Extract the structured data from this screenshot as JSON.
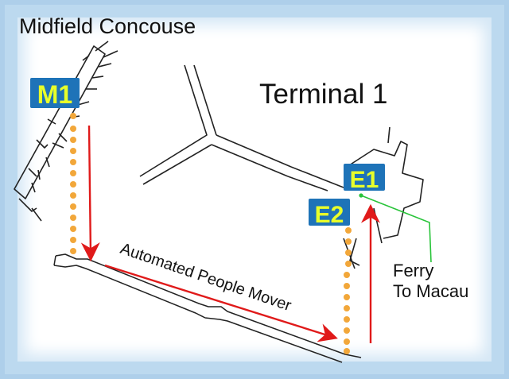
{
  "title": "Midfield Concouse",
  "terminal_label": "Terminal 1",
  "people_mover_label": "Automated People Mover",
  "ferry_label": {
    "line1": "Ferry",
    "line2": "To Macau"
  },
  "gates": [
    {
      "id": "m1",
      "label": "M1"
    },
    {
      "id": "e1",
      "label": "E1"
    },
    {
      "id": "e2",
      "label": "E2"
    }
  ],
  "colors": {
    "badge_bg": "#1e73b8",
    "badge_text": "#e8ff2a",
    "route_dots": "#f2a73a",
    "arrow": "#e01a1a",
    "ferry_line": "#29c43a",
    "frame": "#bcd9ef",
    "structure": "#222222"
  }
}
